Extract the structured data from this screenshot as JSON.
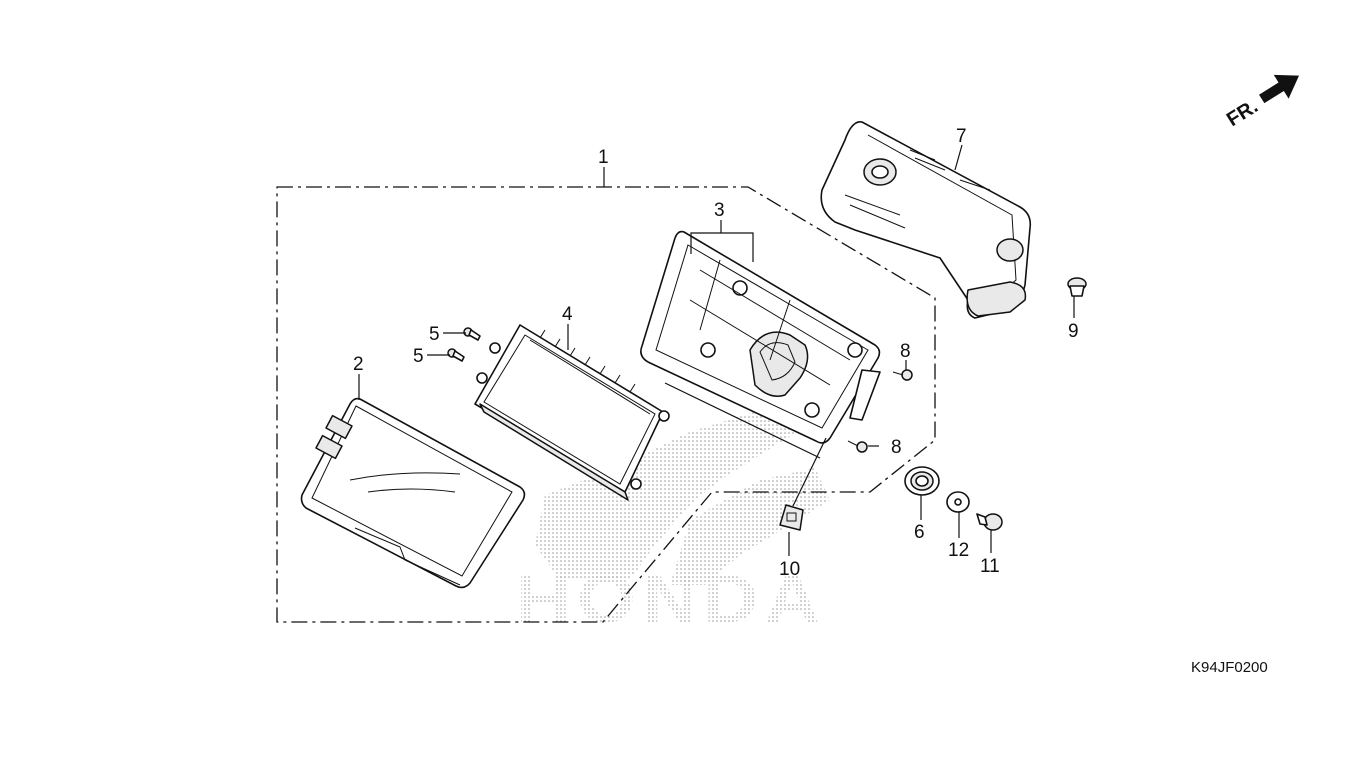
{
  "diagram": {
    "drawing_code": "K94JF0200",
    "direction_label": "FR.",
    "watermark": "HONDA",
    "callouts": [
      {
        "id": "1",
        "label": "1"
      },
      {
        "id": "2",
        "label": "2"
      },
      {
        "id": "3",
        "label": "3"
      },
      {
        "id": "4",
        "label": "4"
      },
      {
        "id": "5a",
        "label": "5"
      },
      {
        "id": "5b",
        "label": "5"
      },
      {
        "id": "6",
        "label": "6"
      },
      {
        "id": "7",
        "label": "7"
      },
      {
        "id": "8a",
        "label": "8"
      },
      {
        "id": "8b",
        "label": "8"
      },
      {
        "id": "9",
        "label": "9"
      },
      {
        "id": "10",
        "label": "10"
      },
      {
        "id": "11",
        "label": "11"
      },
      {
        "id": "12",
        "label": "12"
      }
    ]
  }
}
